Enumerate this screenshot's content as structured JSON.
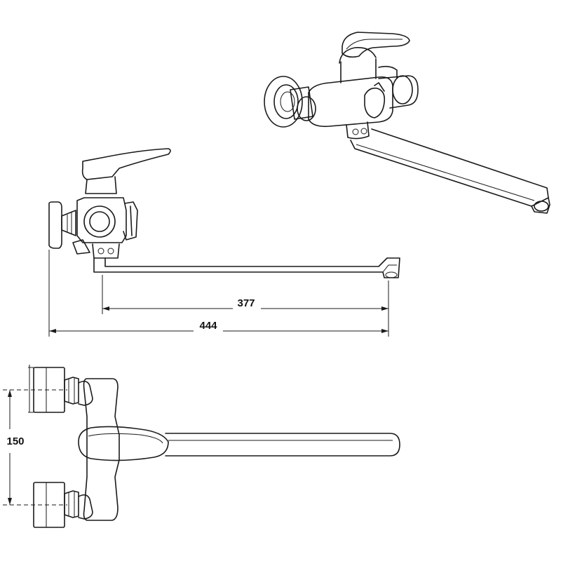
{
  "dimensions": {
    "spout_reach": "377",
    "overall_length": "444",
    "inlet_spacing": "150"
  },
  "colors": {
    "line": "#1a1a1a",
    "background": "#ffffff"
  }
}
